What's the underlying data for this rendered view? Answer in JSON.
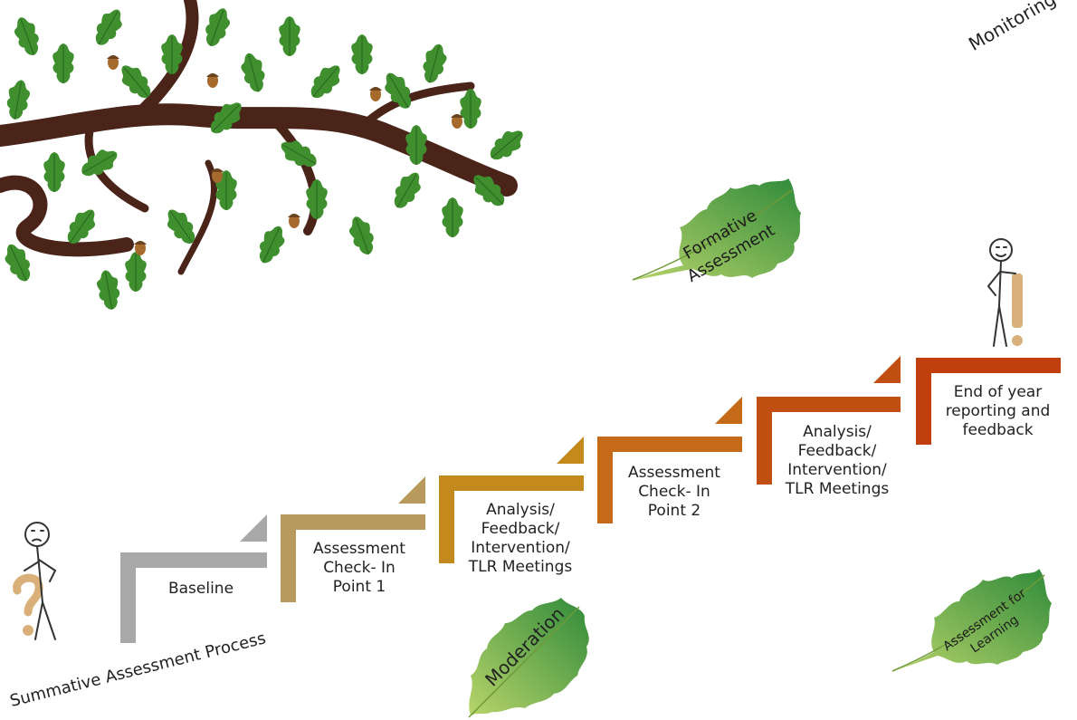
{
  "labels": {
    "monitoring": "Monitoring",
    "process": "Summative Assessment Process",
    "formative": [
      "Formative",
      "Assessment"
    ],
    "moderation": "Moderation",
    "afl": [
      "Assessment for",
      "Learning"
    ]
  },
  "steps": [
    {
      "lines": [
        "Baseline"
      ],
      "color": "#a8a8a8"
    },
    {
      "lines": [
        "Assessment",
        "Check- In",
        "Point 1"
      ],
      "color": "#b89a5e"
    },
    {
      "lines": [
        "Analysis/",
        "Feedback/",
        "Intervention/",
        "TLR Meetings"
      ],
      "color": "#c4891c"
    },
    {
      "lines": [
        "Assessment",
        "Check- In",
        "Point 2"
      ],
      "color": "#c46a18"
    },
    {
      "lines": [
        "Analysis/",
        "Feedback/",
        "Intervention/",
        "TLR Meetings"
      ],
      "color": "#c14f12"
    },
    {
      "lines": [
        "End of year",
        "reporting and",
        "feedback"
      ],
      "color": "#c13f0c"
    }
  ],
  "icons": {
    "tree": "oak-branch-icon",
    "figure_start": "question-figure-icon",
    "figure_end": "exclamation-figure-icon",
    "leaf": "oak-leaf-icon"
  }
}
